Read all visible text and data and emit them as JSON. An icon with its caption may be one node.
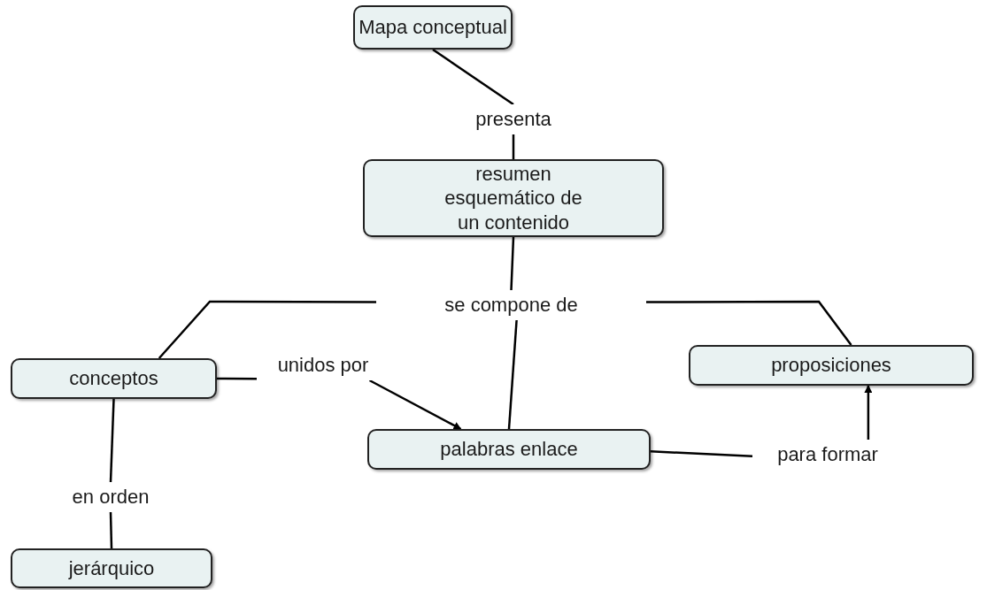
{
  "diagram": {
    "nodes": [
      {
        "text": [
          "Mapa conceptual"
        ]
      },
      {
        "text": [
          "presenta"
        ]
      },
      {
        "text": [
          "resumen esquemático de un contenido"
        ]
      },
      {
        "text": [
          "se compone de"
        ]
      },
      {
        "text": [
          "conceptos"
        ]
      },
      {
        "text": [
          "unidos por"
        ]
      },
      {
        "text": [
          "proposiciones"
        ]
      },
      {
        "text": [
          "palabras enlace"
        ]
      },
      {
        "text": [
          "para formar"
        ]
      },
      {
        "text": [
          "en orden"
        ]
      },
      {
        "text": [
          "jerárquico"
        ]
      }
    ],
    "edges": [
      {
        "from": 0,
        "to": 1,
        "arrow": "none"
      },
      {
        "from": 1,
        "to": 2,
        "arrow": "none"
      },
      {
        "from": 2,
        "to": 3,
        "arrow": "none"
      },
      {
        "from": 3,
        "to": 4,
        "arrow": "none"
      },
      {
        "from": 3,
        "to": 7,
        "arrow": "none"
      },
      {
        "from": 3,
        "to": 6,
        "arrow": "none"
      },
      {
        "from": 4,
        "to": 5,
        "arrow": "none"
      },
      {
        "from": 5,
        "to": 7,
        "arrow": "to"
      },
      {
        "from": 7,
        "to": 8,
        "arrow": "none"
      },
      {
        "from": 8,
        "to": 6,
        "arrow": "to"
      },
      {
        "from": 4,
        "to": 9,
        "arrow": "none"
      },
      {
        "from": 9,
        "to": 10,
        "arrow": "none"
      }
    ]
  }
}
